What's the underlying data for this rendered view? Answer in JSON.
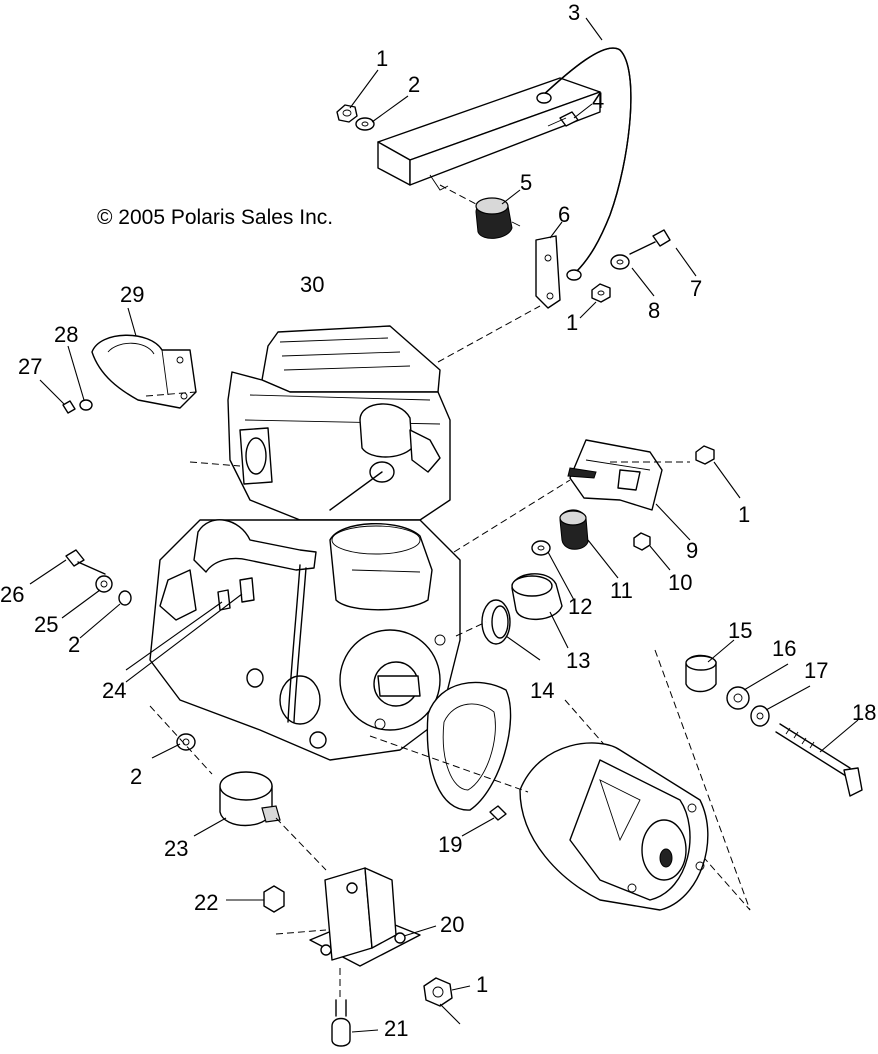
{
  "copyright": "© 2005 Polaris Sales Inc.",
  "callouts": [
    {
      "id": "1a",
      "label": "1"
    },
    {
      "id": "2a",
      "label": "2"
    },
    {
      "id": "3",
      "label": "3"
    },
    {
      "id": "4",
      "label": "4"
    },
    {
      "id": "5",
      "label": "5"
    },
    {
      "id": "6",
      "label": "6"
    },
    {
      "id": "7",
      "label": "7"
    },
    {
      "id": "8",
      "label": "8"
    },
    {
      "id": "1b",
      "label": "1"
    },
    {
      "id": "29",
      "label": "29"
    },
    {
      "id": "30",
      "label": "30"
    },
    {
      "id": "28",
      "label": "28"
    },
    {
      "id": "27",
      "label": "27"
    },
    {
      "id": "1c",
      "label": "1"
    },
    {
      "id": "9",
      "label": "9"
    },
    {
      "id": "10",
      "label": "10"
    },
    {
      "id": "11",
      "label": "11"
    },
    {
      "id": "12",
      "label": "12"
    },
    {
      "id": "13",
      "label": "13"
    },
    {
      "id": "14",
      "label": "14"
    },
    {
      "id": "26",
      "label": "26"
    },
    {
      "id": "25",
      "label": "25"
    },
    {
      "id": "2b",
      "label": "2"
    },
    {
      "id": "24",
      "label": "24"
    },
    {
      "id": "15",
      "label": "15"
    },
    {
      "id": "16",
      "label": "16"
    },
    {
      "id": "17",
      "label": "17"
    },
    {
      "id": "18",
      "label": "18"
    },
    {
      "id": "2c",
      "label": "2"
    },
    {
      "id": "23",
      "label": "23"
    },
    {
      "id": "19",
      "label": "19"
    },
    {
      "id": "22",
      "label": "22"
    },
    {
      "id": "20",
      "label": "20"
    },
    {
      "id": "1d",
      "label": "1"
    },
    {
      "id": "21",
      "label": "21"
    }
  ]
}
